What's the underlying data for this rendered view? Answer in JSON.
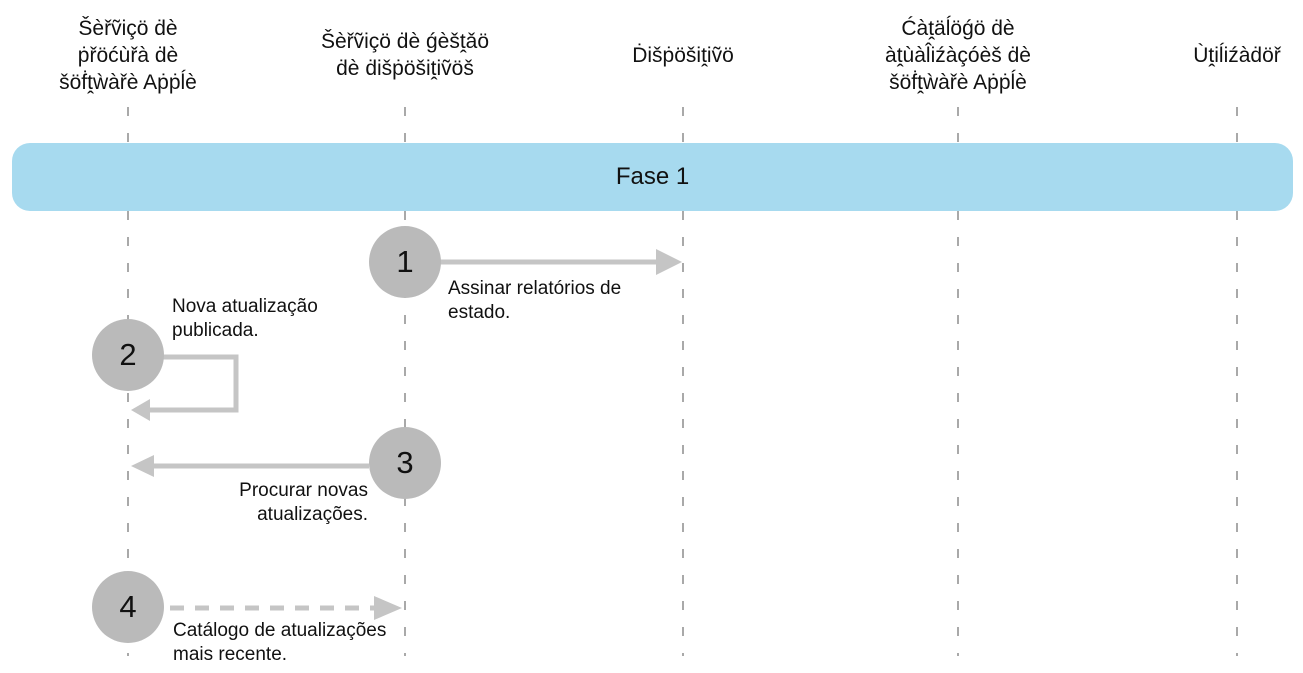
{
  "banner": {
    "label": "Fase 1",
    "background_color": "#a7daef"
  },
  "colors": {
    "arrow": "#c5c5c5",
    "circle": "#bababa",
    "lifeline": "#a9a9a9",
    "text": "#111111"
  },
  "actors": [
    {
      "name": "Šèřṽiçö ḋè ṗřöćùřà ḋè šöḟṱẁàřè Aṗṗĺè",
      "lines": [
        "Šèřṽiçö ḋè",
        "ṗřöćùřà ḋè",
        "šöḟṱẁàřè Aṗṗĺè"
      ]
    },
    {
      "name": "Šèřṽiçö ḋè ǵèšṱǎö ḋè ḋišṗöšiṱiṽöš",
      "lines": [
        "Šèřṽiçö ḋè ǵèšṱǎö",
        "ḋè ḋišṗöšiṱiṽöš"
      ]
    },
    {
      "name": "Ḋišṗöšiṱiṽö",
      "lines": [
        "Ḋišṗöšiṱiṽö"
      ]
    },
    {
      "name": "Ćàṱäĺöǵö ḋè àṱùàl̂iźàçóèš ḋè šöḟṱẁàřè Aṗṗĺè",
      "lines": [
        "Ćàṱäĺöǵö ḋè",
        "àṱùàl̂iźàçóèš ḋè",
        "šöḟṱẁàřè Aṗṗĺè"
      ]
    },
    {
      "name": "Ùṱiĺiźàḋöř",
      "lines": [
        "Ùṱiĺiźàḋöř"
      ]
    }
  ],
  "steps": [
    {
      "number": "1",
      "arrow": "solid-right",
      "lines": [
        "Assinar relatórios de",
        "estado."
      ]
    },
    {
      "number": "2",
      "arrow": "self-loop-left",
      "lines": [
        "Nova atualização",
        "publicada."
      ]
    },
    {
      "number": "3",
      "arrow": "solid-left",
      "lines": [
        "Procurar novas",
        "atualizações."
      ]
    },
    {
      "number": "4",
      "arrow": "dashed-right",
      "lines": [
        "Catálogo de atualizações",
        "mais recente."
      ]
    }
  ]
}
